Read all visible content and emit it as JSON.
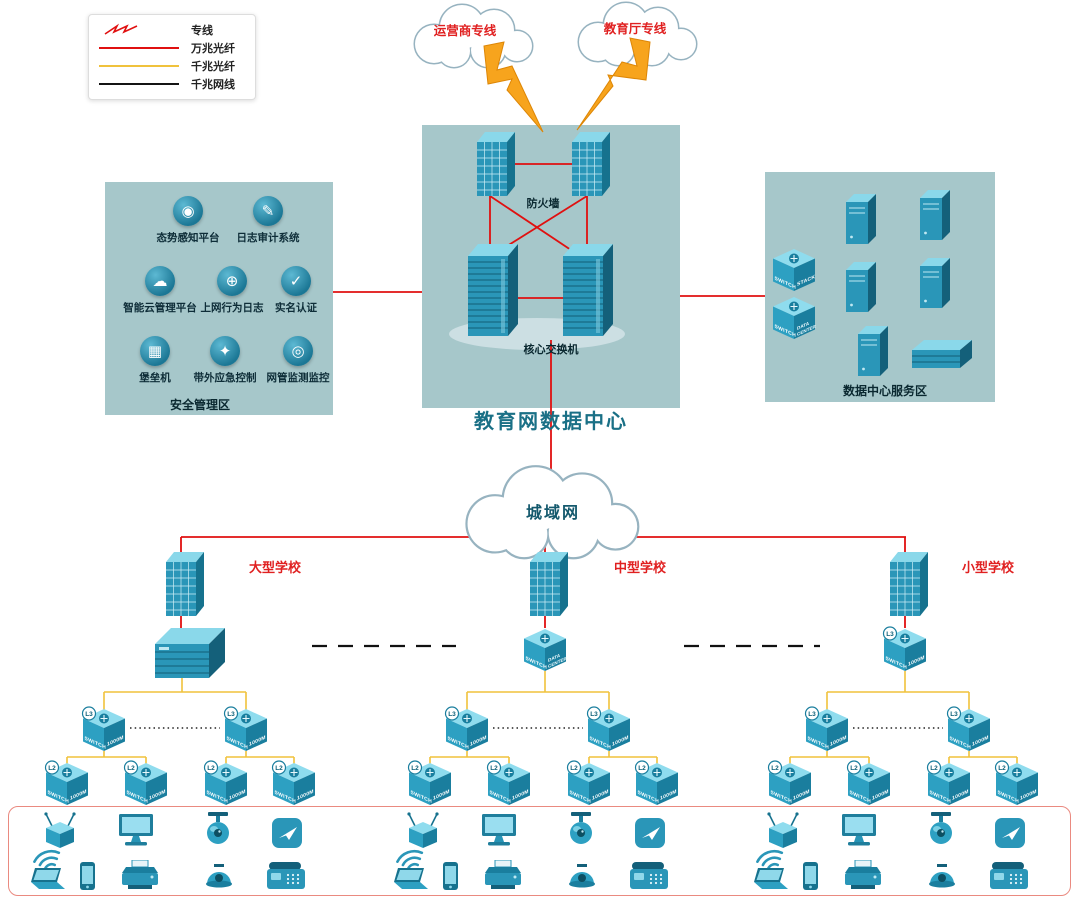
{
  "legend": {
    "items": [
      {
        "label": "专线"
      },
      {
        "label": "万兆光纤"
      },
      {
        "label": "千兆光纤"
      },
      {
        "label": "千兆网线"
      }
    ]
  },
  "clouds": {
    "isp_label": "运营商专线",
    "edu_label": "教育厅专线",
    "man_label": "城域网"
  },
  "datacenter": {
    "title": "教育网数据中心",
    "firewall_label": "防火墙",
    "core_switch_label": "核心交换机"
  },
  "security_zone": {
    "title": "安全管理区",
    "items": [
      {
        "label": "态势感知平台",
        "glyph": "◉"
      },
      {
        "label": "日志审计系统",
        "glyph": "✎"
      },
      {
        "label": "智能云管理平台",
        "glyph": "☁"
      },
      {
        "label": "上网行为日志",
        "glyph": "⊕"
      },
      {
        "label": "实名认证",
        "glyph": "✓"
      },
      {
        "label": "堡垒机",
        "glyph": "▦"
      },
      {
        "label": "带外应急控制",
        "glyph": "✦"
      },
      {
        "label": "网管监测监控",
        "glyph": "◎"
      }
    ]
  },
  "service_zone": {
    "title": "数据中心服务区"
  },
  "schools": [
    {
      "name": "大型学校"
    },
    {
      "name": "中型学校"
    },
    {
      "name": "小型学校"
    }
  ],
  "device_text": {
    "switch": "SWITCH",
    "speed": "1000M",
    "data": "DATA",
    "center": "CENTER",
    "stack": "STACK",
    "l2": "L2",
    "l3": "L3"
  },
  "colors": {
    "dedicated_line_red": "#e01010",
    "fiber_10g_red": "#e01010",
    "fiber_1g_yellow": "#f0c23c",
    "cable_1g_black": "#141414",
    "zone_teal": "#a6c7ca",
    "device_blue": "#2da0c2"
  }
}
